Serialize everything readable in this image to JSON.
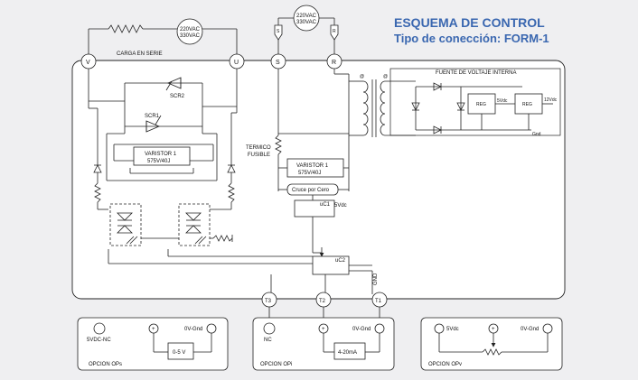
{
  "title": {
    "line1": "ESQUEMA DE CONTROL",
    "line2": "Tipo de conección: FORM-1"
  },
  "colors": {
    "title": "#3a67b0",
    "background": "#efeff1",
    "panel": "#ffffff"
  },
  "supply_top": {
    "line1": "220VAC",
    "line2": "330VAC"
  },
  "supply_left": {
    "line1": "220VAC",
    "line2": "330VAC"
  },
  "load_label": "CARGA EN SERIE",
  "terminals": {
    "v": "V",
    "u": "U",
    "s": "S",
    "r": "R",
    "t3": "T3",
    "t2": "T2",
    "t1": "T1"
  },
  "fuse_labels": {
    "s": "S",
    "r": "R"
  },
  "components": {
    "scr2": "SCR2",
    "scr1": "SCR1",
    "varistor_left_line1": "VARISTOR 1",
    "varistor_left_line2": "575V/40J",
    "varistor_mid_line1": "VARISTOR 1",
    "varistor_mid_line2": "575V/40J",
    "termico_line1": "TERMICO",
    "termico_line2": "FUSIBLE",
    "cruce": "Cruce por Cero",
    "uc1": "uC1",
    "uc1_supply": "5Vdc",
    "uc2": "uC2",
    "gnd_vertical": "GND"
  },
  "power_supply": {
    "title": "FUENTE DE VOLTAJE INTERNA",
    "reg1": "REG",
    "reg2": "REG",
    "out1": "5Vdc",
    "out2": "12Vdc",
    "gnd": "Gnd"
  },
  "options": [
    {
      "name": "OPCION OPs",
      "left_label": "5VDC-NC",
      "plus": "+",
      "right_label": "0V-Gnd",
      "box": "0-5 V"
    },
    {
      "name": "OPCION OPi",
      "left_label": "NC",
      "plus": "+",
      "right_label": "0V-Gnd",
      "box": "4-20mA"
    },
    {
      "name": "OPCION OPv",
      "left_label": "5Vdc",
      "plus": "+",
      "right_label": "0V-Gnd"
    }
  ]
}
